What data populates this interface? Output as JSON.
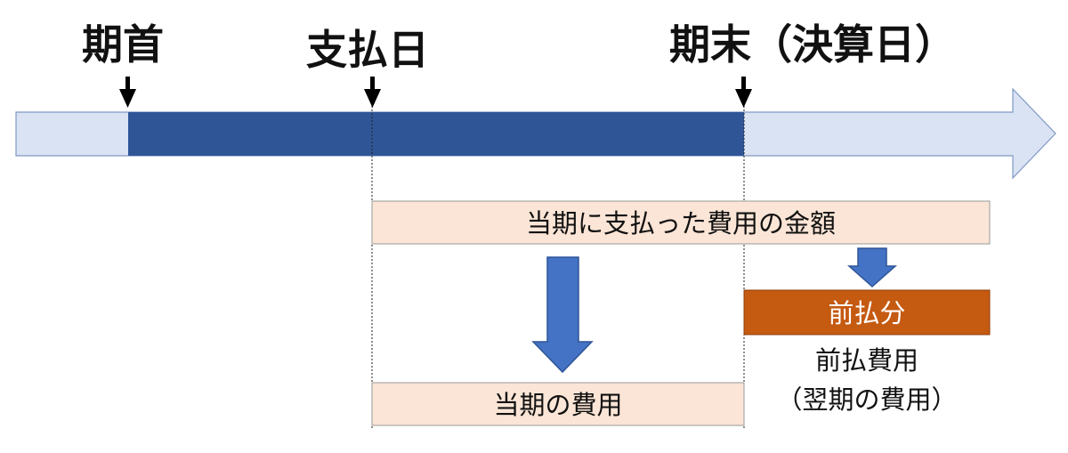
{
  "timeline": {
    "start_label": "期首",
    "payment_label": "支払日",
    "end_label": "期末（決算日）"
  },
  "boxes": {
    "paid_amount": "当期に支払った費用の金額",
    "current_expense": "当期の費用",
    "prepaid_portion": "前払分"
  },
  "notes": {
    "prepaid_expense": "前払費用",
    "next_period_expense": "（翌期の費用）"
  },
  "colors": {
    "timeline_light": "#dae3f3",
    "timeline_dark": "#2f5597",
    "box_fill": "#fbe5d6",
    "prepaid_fill": "#c55a11",
    "arrow_fill": "#4472c4"
  }
}
